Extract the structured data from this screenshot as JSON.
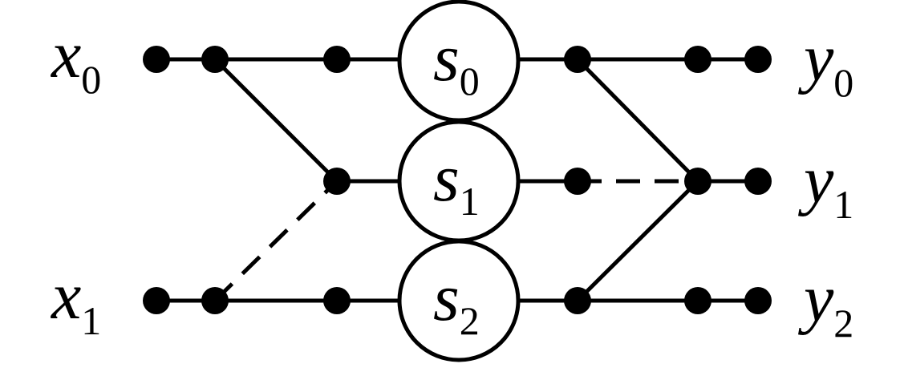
{
  "inputs": [
    {
      "var": "x",
      "sub": "0"
    },
    {
      "var": "x",
      "sub": "1"
    }
  ],
  "blocks": [
    {
      "var": "s",
      "sub": "0"
    },
    {
      "var": "s",
      "sub": "1"
    },
    {
      "var": "s",
      "sub": "2"
    }
  ],
  "outputs": [
    {
      "var": "y",
      "sub": "0"
    },
    {
      "var": "y",
      "sub": "1"
    },
    {
      "var": "y",
      "sub": "2"
    }
  ],
  "colors": {
    "ink": "#000000",
    "background": "#ffffff"
  }
}
